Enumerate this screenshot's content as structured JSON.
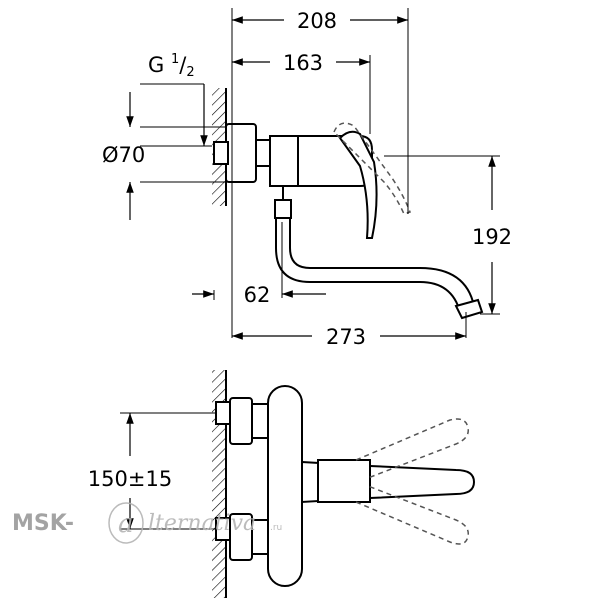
{
  "dimensions": {
    "overall_width": "208",
    "body_to_wall": "163",
    "thread_prefix": "G ",
    "thread_num": "1",
    "thread_den": "2",
    "rosette_diameter": "Ø70",
    "height": "192",
    "spout_offset": "62",
    "spout_reach": "273",
    "center_distance": "150±15"
  },
  "watermark": {
    "brand": "MSK-",
    "script": "lternativa",
    "suffix": ".ru"
  },
  "colors": {
    "line": "#000000",
    "dashed": "#555555",
    "watermark": "#9a9a9a"
  }
}
